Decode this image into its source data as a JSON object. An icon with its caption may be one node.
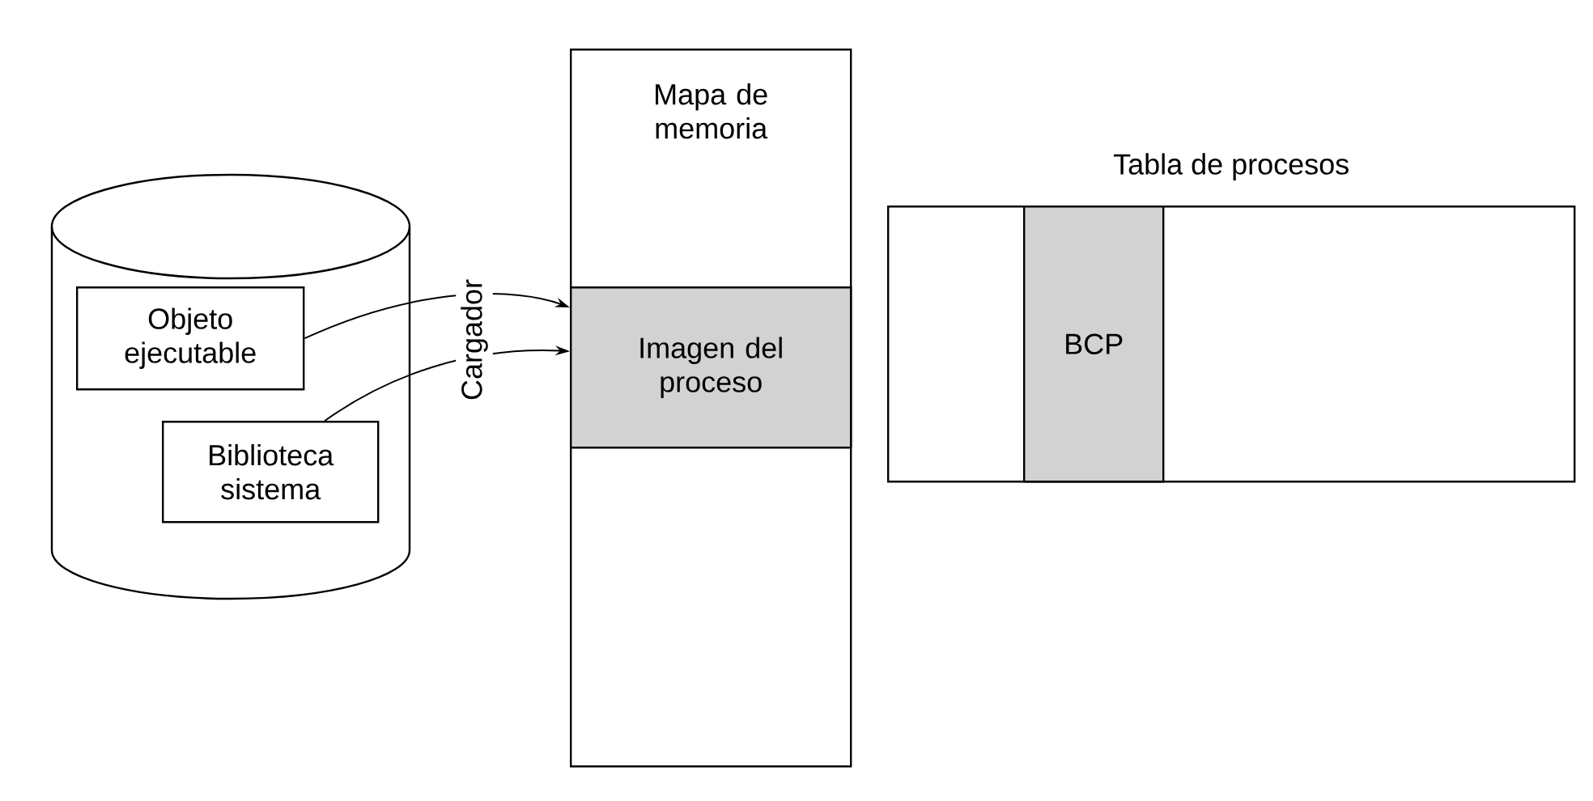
{
  "diagram": {
    "nodes": [
      {
        "text": [],
        "shape": "cylinder"
      },
      {
        "text": [
          "Objeto ejecutable"
        ],
        "in": 0
      },
      {
        "text": [
          "Biblioteca sistema"
        ],
        "in": 0
      },
      {
        "text": [
          "Mapa de memoria"
        ]
      },
      {
        "text": [
          "Imagen del proceso"
        ],
        "in": 3
      },
      {
        "text": [
          "Tabla de procesos"
        ]
      },
      {
        "text": [
          "BCP"
        ],
        "in": 5
      }
    ],
    "edges": [
      {
        "from": 1,
        "to": 4,
        "arrow": "to"
      },
      {
        "from": 2,
        "to": 4,
        "arrow": "to"
      }
    ],
    "labels": [
      "Cargador"
    ]
  }
}
